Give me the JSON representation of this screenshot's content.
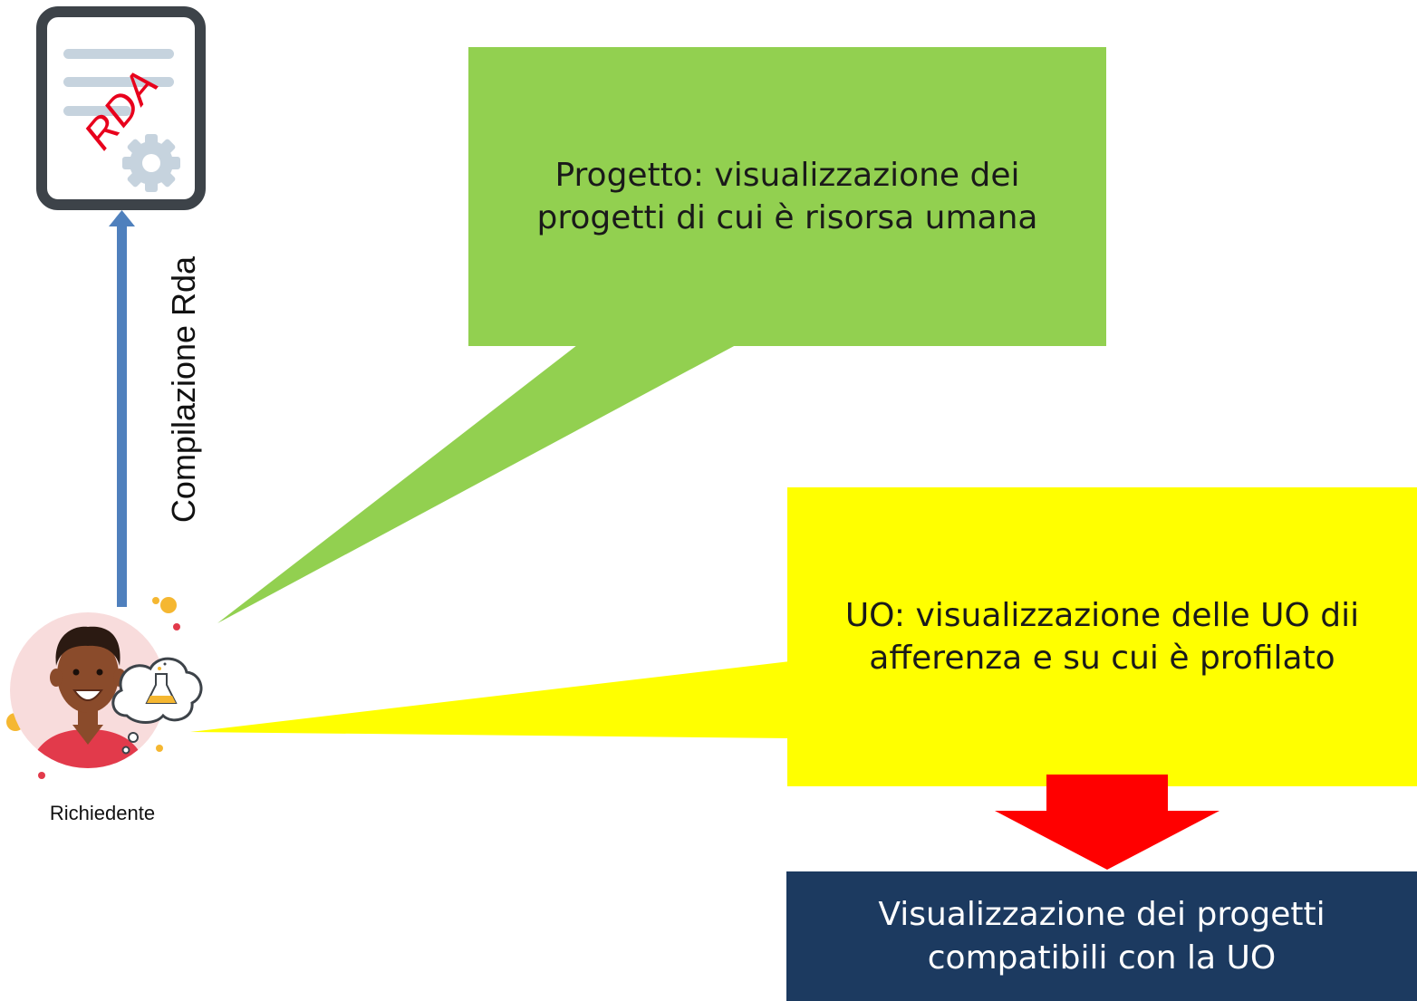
{
  "document_icon": {
    "label": "RDA",
    "label_color": "#e8001c",
    "frame_color": "#3d4349",
    "line_color": "#c6d3de",
    "gear_color": "#c6d3de",
    "icon": "document-gear-icon"
  },
  "flow_arrow": {
    "label": "Compilazione Rda",
    "color": "#4f80bd"
  },
  "actor": {
    "label": "Richiedente",
    "icon": "person-thought-bubble-flask-icon",
    "bg_color": "#f8dcdc",
    "shirt_color": "#e23a4b"
  },
  "callouts": {
    "progetto": {
      "text": "Progetto: visualizzazione dei progetti di cui è risorsa umana",
      "color": "#92d050"
    },
    "uo": {
      "text": "UO: visualizzazione delle UO dii afferenza e su cui è profilato",
      "color": "#ffff00"
    }
  },
  "down_arrow": {
    "color": "#ff0000",
    "icon": "down-arrow-icon"
  },
  "result_box": {
    "text": "Visualizzazione dei progetti compatibili con la UO",
    "color": "#1c3a60"
  }
}
